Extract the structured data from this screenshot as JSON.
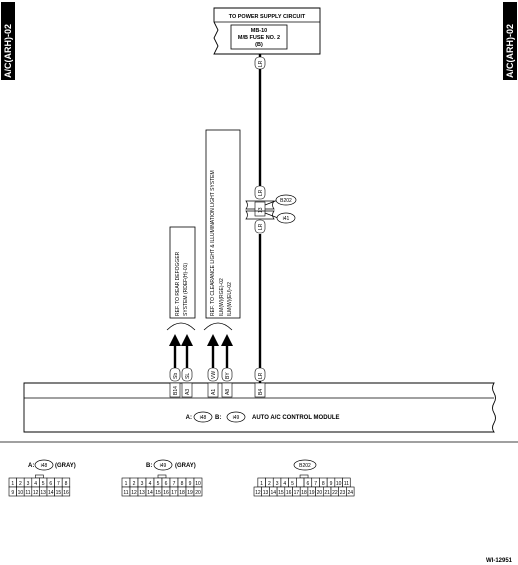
{
  "side_tabs": {
    "left": "A/C(ARH)-02",
    "right": "A/C(ARH)-02"
  },
  "power_box": {
    "title": "TO POWER SUPPLY CIRCUIT",
    "line1": "MB-10",
    "line2": "M/B FUSE NO. 2",
    "line3": "(B)"
  },
  "wire_colors": {
    "supply_top": "LR",
    "splice_top": "LR",
    "splice_mid": "13",
    "splice_bottom": "LR",
    "supply_bottom": "LR"
  },
  "splice_connectors": {
    "top": "B202",
    "bottom": "i41"
  },
  "ref_defogger": {
    "line1": "REF. TO REAR DEFOGGER",
    "line2": "SYSTEM (RDEF(H)-01)"
  },
  "ref_clearance": {
    "line1": "REF. TO CLEARANCE LIGHT & ILLUMINATION LIGHT SYSTEM",
    "line2": "ILM(W)(RGE)-02",
    "line3": "ILM(W)(EU)-02"
  },
  "terminals": {
    "b14_pin": "B14",
    "b14_color": "Sb",
    "a3_pin": "A3",
    "a3_color": "SL",
    "a1_pin": "A1",
    "a1_color": "VW",
    "a8_pin": "A8",
    "a8_color": "BY",
    "b4_pin": "B4",
    "b4_color": "LR"
  },
  "module": {
    "a_prefix": "A:",
    "a_conn": "i48",
    "b_prefix": "B:",
    "b_conn": "i49",
    "name": "AUTO A/C CONTROL MODULE"
  },
  "connectors": {
    "c1": {
      "prefix": "A:",
      "id": "i48",
      "suffix": "(GRAY)",
      "row1": [
        "1",
        "2",
        "3",
        "4",
        "5",
        "6",
        "7",
        "8"
      ],
      "row2": [
        "9",
        "10",
        "11",
        "12",
        "13",
        "14",
        "15",
        "16"
      ]
    },
    "c2": {
      "prefix": "B:",
      "id": "i49",
      "suffix": "(GRAY)",
      "row1": [
        "1",
        "2",
        "3",
        "4",
        "5",
        "6",
        "7",
        "8",
        "9",
        "10"
      ],
      "row2": [
        "11",
        "12",
        "13",
        "14",
        "15",
        "16",
        "17",
        "18",
        "19",
        "20"
      ]
    },
    "c3": {
      "id": "B202",
      "row1": [
        "1",
        "2",
        "3",
        "4",
        "5",
        "",
        "6",
        "7",
        "8",
        "9",
        "10",
        "11"
      ],
      "row2": [
        "12",
        "13",
        "14",
        "15",
        "16",
        "17",
        "18",
        "19",
        "20",
        "21",
        "22",
        "23",
        "24"
      ]
    }
  },
  "figure_id": "WI-12951"
}
